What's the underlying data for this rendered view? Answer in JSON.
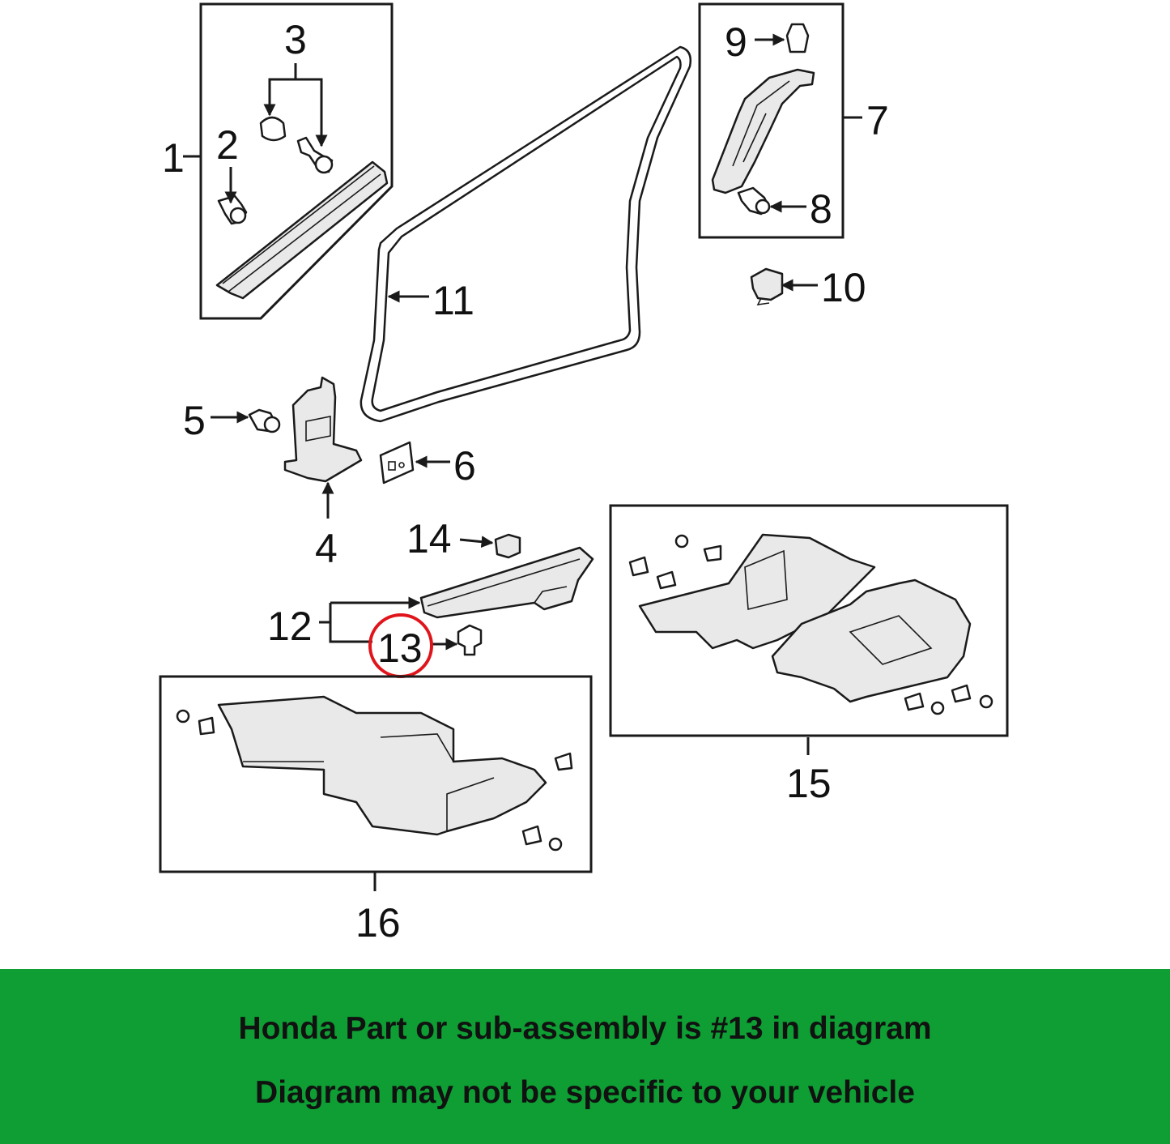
{
  "callouts": {
    "c1": "1",
    "c2": "2",
    "c3": "3",
    "c4": "4",
    "c5": "5",
    "c6": "6",
    "c7": "7",
    "c8": "8",
    "c9": "9",
    "c10": "10",
    "c11": "11",
    "c12": "12",
    "c13": "13",
    "c14": "14",
    "c15": "15",
    "c16": "16"
  },
  "highlight": {
    "callout": "13",
    "color": "#e0151b"
  },
  "banner": {
    "color": "#0e9e33",
    "line1": "Honda Part or sub-assembly is #13 in diagram",
    "line2": "Diagram may not be specific to your vehicle"
  }
}
